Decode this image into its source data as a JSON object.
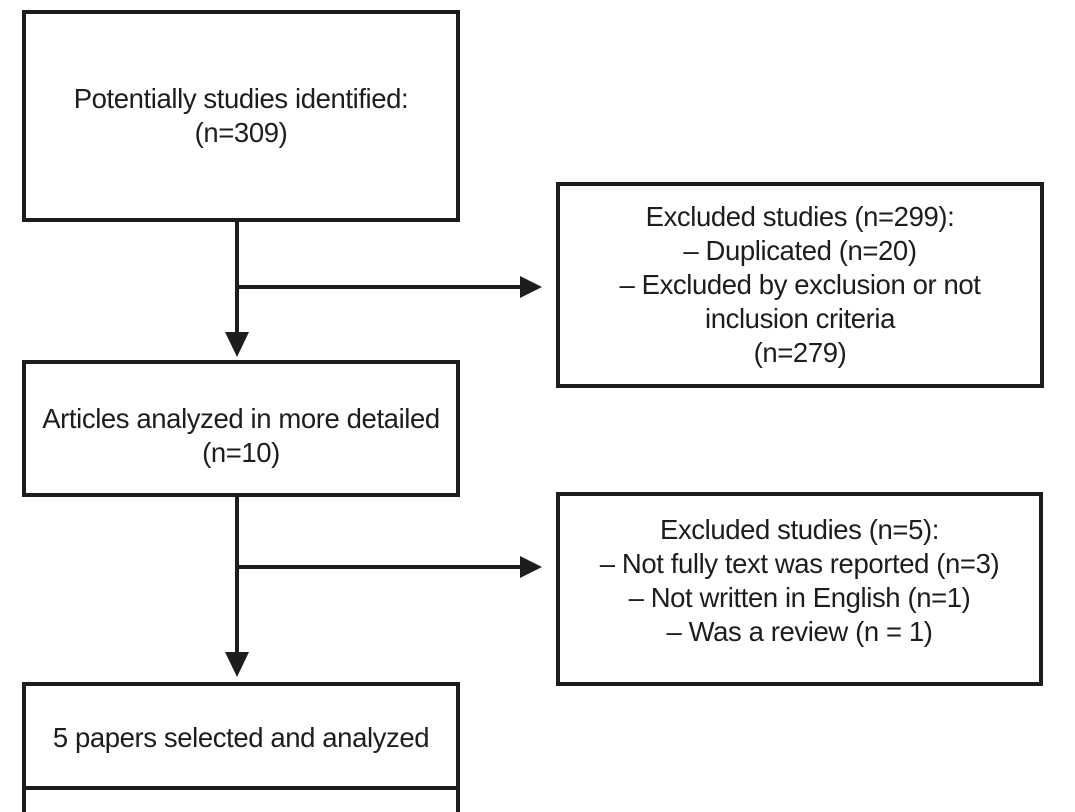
{
  "diagram": {
    "type": "flowchart",
    "background_color": "#ffffff",
    "line_color": "#1d1d1d",
    "boxes": [
      {
        "id": "potentially-identified",
        "lines": [
          "Potentially studies identified:",
          "(n=309)"
        ]
      },
      {
        "id": "excluded-studies-1",
        "lines": [
          "Excluded studies (n=299):",
          "– Duplicated (n=20)",
          "– Excluded by exclusion or not",
          "inclusion criteria",
          "(n=279)"
        ]
      },
      {
        "id": "articles-analyzed",
        "lines": [
          "Articles analyzed in more detailed",
          "(n=10)"
        ]
      },
      {
        "id": "excluded-studies-2",
        "lines": [
          "Excluded studies (n=5):",
          "– Not fully text was reported (n=3)",
          "– Not written in English (n=1)",
          "– Was a review (n = 1)"
        ]
      },
      {
        "id": "papers-selected",
        "lines": [
          "5 papers selected and analyzed"
        ]
      }
    ]
  }
}
